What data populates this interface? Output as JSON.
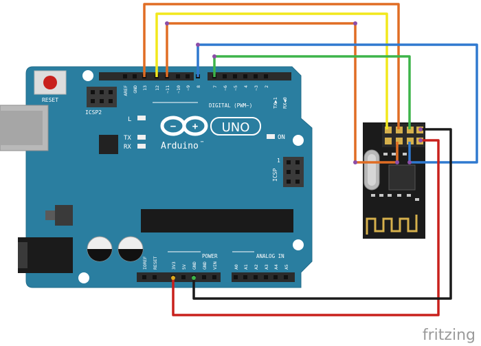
{
  "board": {
    "reset_label": "RESET",
    "icsp2_label": "ICSP2",
    "icsp_label": "ICSP",
    "icsp_pin1": "1",
    "brand": "Arduino",
    "brand_tm": "™",
    "model": "UNO",
    "led_l": "L",
    "led_tx": "TX",
    "led_rx": "RX",
    "led_on": "ON",
    "digital_label": "DIGITAL (PWM~)",
    "tx_label": "TX▶1",
    "rx_label": "RX◀0",
    "power_label": "POWER",
    "analog_label": "ANALOG IN",
    "digital_pins": [
      "AREF",
      "GND",
      "13",
      "12",
      "~11",
      "~10",
      "~9",
      "8",
      "7",
      "~6",
      "~5",
      "4",
      "~3",
      "2"
    ],
    "power_pins": [
      "IOREF",
      "RESET",
      "3V3",
      "5V",
      "GND",
      "GND",
      "VIN"
    ],
    "analog_pins": [
      "A0",
      "A1",
      "A2",
      "A3",
      "A4",
      "A5"
    ]
  },
  "watermark": "fritzing",
  "colors": {
    "board": "#2a7ea0",
    "wire_orange": "#e06d24",
    "wire_yellow": "#f2e81c",
    "wire_blue": "#2f79cf",
    "wire_green": "#3db44a",
    "wire_red": "#c8201c",
    "wire_black": "#1a1a1a"
  }
}
